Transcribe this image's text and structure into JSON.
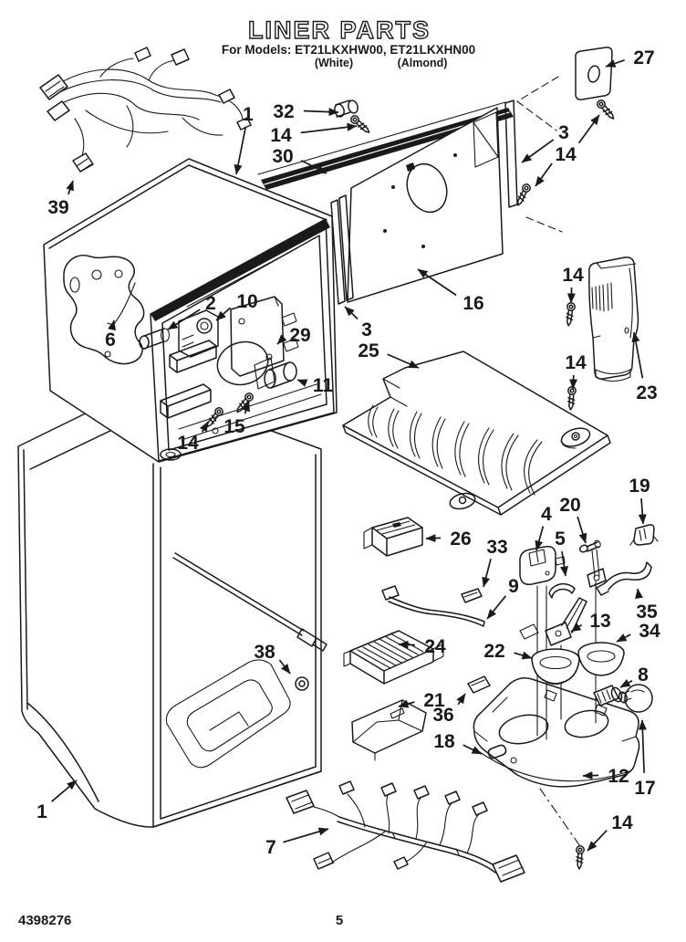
{
  "header": {
    "title": "LINER PARTS",
    "models_line": "For Models: ET21LKXHW00, ET21LKXHN00",
    "finish_left": "(White)",
    "finish_right": "(Almond)"
  },
  "footer": {
    "document_number": "4398276",
    "page_number": "5"
  },
  "diagram": {
    "description": "Exploded view of refrigerator liner parts assembly",
    "line_color": "#1a1a1a",
    "background_color": "#ffffff",
    "callouts": [
      {
        "part": "1",
        "label": [
          272,
          124
        ],
        "tips": [
          [
            259,
            191
          ]
        ]
      },
      {
        "part": "39",
        "label": [
          64,
          226
        ],
        "tips": [
          [
            80,
            198
          ]
        ]
      },
      {
        "part": "32",
        "label": [
          311,
          121
        ],
        "tips": [
          [
            371,
            123
          ]
        ]
      },
      {
        "part": "14",
        "label": [
          308,
          147
        ],
        "tips": [
          [
            391,
            138
          ]
        ]
      },
      {
        "part": "30",
        "label": [
          310,
          170
        ],
        "tips": [
          [
            358,
            190
          ]
        ]
      },
      {
        "part": "27",
        "label": [
          706,
          62
        ],
        "tips": [
          [
            664,
            73
          ]
        ]
      },
      {
        "part": "3",
        "label": [
          618,
          144
        ],
        "tips": [
          [
            572,
            178
          ]
        ]
      },
      {
        "part": "14",
        "label": [
          620,
          168
        ],
        "tips": [
          [
            657,
            126
          ],
          [
            587,
            204
          ]
        ]
      },
      {
        "part": "16",
        "label": [
          519,
          331
        ],
        "tips": [
          [
            458,
            295
          ]
        ]
      },
      {
        "part": "3",
        "label": [
          402,
          360
        ],
        "tips": [
          [
            378,
            336
          ]
        ]
      },
      {
        "part": "25",
        "label": [
          404,
          383
        ],
        "tips": [
          [
            459,
            403
          ]
        ]
      },
      {
        "part": "14",
        "label": [
          628,
          300
        ],
        "tips": [
          [
            626,
            332
          ]
        ]
      },
      {
        "part": "23",
        "label": [
          709,
          429
        ],
        "tips": [
          [
            695,
            364
          ]
        ]
      },
      {
        "part": "14",
        "label": [
          631,
          396
        ],
        "tips": [
          [
            628,
            426
          ]
        ]
      },
      {
        "part": "2",
        "label": [
          231,
          331
        ],
        "tips": [
          [
            184,
            361
          ]
        ]
      },
      {
        "part": "10",
        "label": [
          271,
          329
        ],
        "tips": [
          [
            237,
            351
          ]
        ]
      },
      {
        "part": "29",
        "label": [
          329,
          366
        ],
        "tips": [
          [
            304,
            377
          ]
        ]
      },
      {
        "part": "11",
        "label": [
          354,
          421
        ],
        "tips": [
          [
            326,
            416
          ]
        ]
      },
      {
        "part": "15",
        "label": [
          257,
          466
        ],
        "tips": [
          [
            273,
            440
          ]
        ]
      },
      {
        "part": "14",
        "label": [
          206,
          484
        ],
        "tips": [
          [
            228,
            462
          ]
        ]
      },
      {
        "part": "6",
        "label": [
          121,
          371
        ],
        "tips": [
          [
            125,
            351
          ]
        ]
      },
      {
        "part": "26",
        "label": [
          505,
          589
        ],
        "tips": [
          [
            467,
            590
          ]
        ]
      },
      {
        "part": "33",
        "label": [
          545,
          598
        ],
        "tips": [
          [
            530,
            643
          ]
        ]
      },
      {
        "part": "9",
        "label": [
          563,
          641
        ],
        "tips": [
          [
            534,
            678
          ]
        ]
      },
      {
        "part": "4",
        "label": [
          599,
          562
        ],
        "tips": [
          [
            588,
            603
          ]
        ]
      },
      {
        "part": "5",
        "label": [
          614,
          589
        ],
        "tips": [
          [
            620,
            631
          ]
        ]
      },
      {
        "part": "20",
        "label": [
          625,
          552
        ],
        "tips": [
          [
            642,
            595
          ]
        ]
      },
      {
        "part": "19",
        "label": [
          701,
          531
        ],
        "tips": [
          [
            705,
            574
          ]
        ]
      },
      {
        "part": "35",
        "label": [
          709,
          669
        ],
        "tips": [
          [
            699,
            645
          ]
        ]
      },
      {
        "part": "13",
        "label": [
          658,
          679
        ],
        "tips": [
          [
            626,
            692
          ]
        ]
      },
      {
        "part": "34",
        "label": [
          712,
          690
        ],
        "tips": [
          [
            676,
            703
          ]
        ]
      },
      {
        "part": "22",
        "label": [
          542,
          712
        ],
        "tips": [
          [
            583,
            721
          ]
        ]
      },
      {
        "part": "24",
        "label": [
          477,
          707
        ],
        "tips": [
          [
            437,
            706
          ]
        ]
      },
      {
        "part": "8",
        "label": [
          705,
          738
        ],
        "tips": [
          [
            680,
            753
          ]
        ]
      },
      {
        "part": "21",
        "label": [
          476,
          766
        ],
        "tips": [
          [
            437,
            774
          ]
        ]
      },
      {
        "part": "36",
        "label": [
          486,
          782
        ],
        "tips": [
          [
            510,
            760
          ]
        ]
      },
      {
        "part": "18",
        "label": [
          487,
          811
        ],
        "tips": [
          [
            528,
            826
          ]
        ]
      },
      {
        "part": "12",
        "label": [
          678,
          849
        ],
        "tips": [
          [
            639,
            850
          ]
        ]
      },
      {
        "part": "17",
        "label": [
          707,
          862
        ],
        "tips": [
          [
            704,
            789
          ]
        ]
      },
      {
        "part": "14",
        "label": [
          682,
          900
        ],
        "tips": [
          [
            644,
            932
          ]
        ]
      },
      {
        "part": "38",
        "label": [
          290,
          713
        ],
        "tips": [
          [
            318,
            738
          ]
        ]
      },
      {
        "part": "1",
        "label": [
          46,
          888
        ],
        "tips": [
          [
            84,
            855
          ]
        ]
      },
      {
        "part": "7",
        "label": [
          297,
          927
        ],
        "tips": [
          [
            360,
            908
          ]
        ]
      }
    ]
  }
}
